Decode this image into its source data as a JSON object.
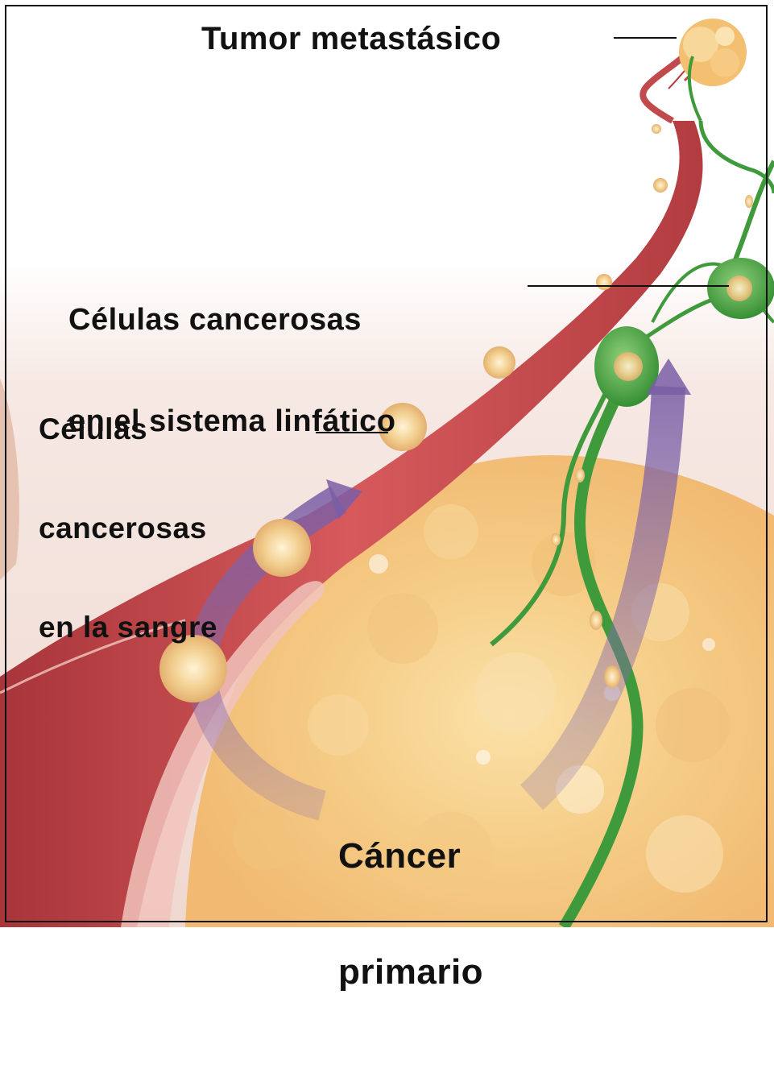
{
  "labels": {
    "tumor": "Tumor metastásico",
    "lymph": [
      "Células cancerosas",
      "en el sistema linfático"
    ],
    "blood": [
      "Células",
      "cancerosas",
      "en la sangre"
    ],
    "primary": [
      "Cáncer",
      "primario"
    ]
  },
  "colors": {
    "background_top": "#ffffff",
    "background_mid": "#f4e4de",
    "blood_vessel": "#c6484c",
    "blood_vessel_light": "#e8a4a0",
    "lymph_vessel": "#3f9a3c",
    "lymph_node": "#4caf48",
    "tumor": "#f4c26a",
    "arrow": "#8a6fae"
  }
}
